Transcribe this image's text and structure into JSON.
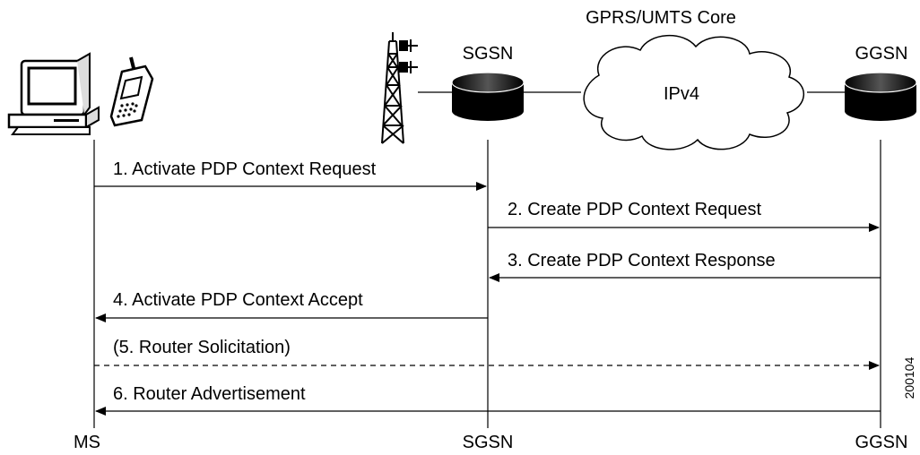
{
  "network": {
    "core_label": "GPRS/UMTS Core",
    "cloud_label": "IPv4",
    "sgsn_top_label": "SGSN",
    "ggsn_top_label": "GGSN"
  },
  "lifelines": {
    "ms": "MS",
    "sgsn": "SGSN",
    "ggsn": "GGSN"
  },
  "messages": [
    {
      "label": "1. Activate PDP Context Request",
      "from": "ms",
      "to": "sgsn",
      "style": "solid"
    },
    {
      "label": "2. Create PDP Context Request",
      "from": "sgsn",
      "to": "ggsn",
      "style": "solid"
    },
    {
      "label": "3. Create PDP Context Response",
      "from": "ggsn",
      "to": "sgsn",
      "style": "solid"
    },
    {
      "label": "4. Activate PDP Context Accept",
      "from": "sgsn",
      "to": "ms",
      "style": "solid"
    },
    {
      "label": "(5. Router Solicitation)",
      "from": "ms",
      "to": "ggsn",
      "style": "dashed"
    },
    {
      "label": "6. Router Advertisement",
      "from": "ggsn",
      "to": "ms",
      "style": "solid"
    }
  ],
  "figure_id": "200104"
}
